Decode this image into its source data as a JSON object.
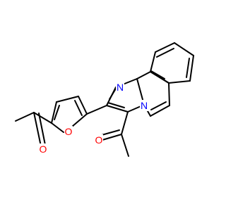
{
  "molecule": {
    "atoms": {
      "O_ketone_left": {
        "symbol": "O",
        "color": "#ff0000"
      },
      "O_furan": {
        "symbol": "O",
        "color": "#ff0000"
      },
      "O_ketone_bottom": {
        "symbol": "O",
        "color": "#ff0000"
      },
      "N_imine": {
        "symbol": "N",
        "color": "#0000ff"
      },
      "N_bridge": {
        "symbol": "N",
        "color": "#0000ff"
      }
    }
  }
}
